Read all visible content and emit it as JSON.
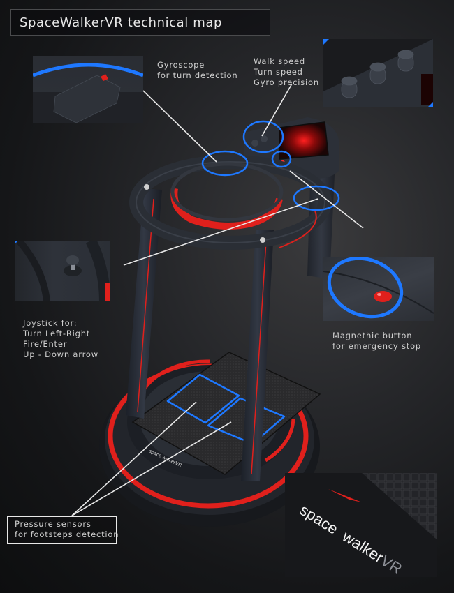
{
  "header": {
    "title": "SpaceWalkerVR technical map"
  },
  "callouts": {
    "gyroscope": {
      "lines": [
        "Gyroscope",
        "for turn detection"
      ]
    },
    "knobs": {
      "lines": [
        "Walk speed",
        "Turn speed",
        "Gyro precision"
      ]
    },
    "joystick": {
      "lines": [
        "Joystick for:",
        "Turn Left-Right",
        "Fire/Enter",
        "Up - Down arrow"
      ]
    },
    "emergency": {
      "lines": [
        "Magnethic button",
        "for emergency stop"
      ]
    },
    "pressure": {
      "lines": [
        "Pressure sensors",
        "for footsteps detection"
      ]
    }
  },
  "logo": {
    "word1": "space",
    "word2": "walker",
    "suffix": "VR"
  },
  "colors": {
    "accent_blue": "#1e78ff",
    "accent_red": "#e0201c",
    "device_body": "#2c3038",
    "background": "#1c1d1f",
    "text": "#d8d8d8"
  }
}
